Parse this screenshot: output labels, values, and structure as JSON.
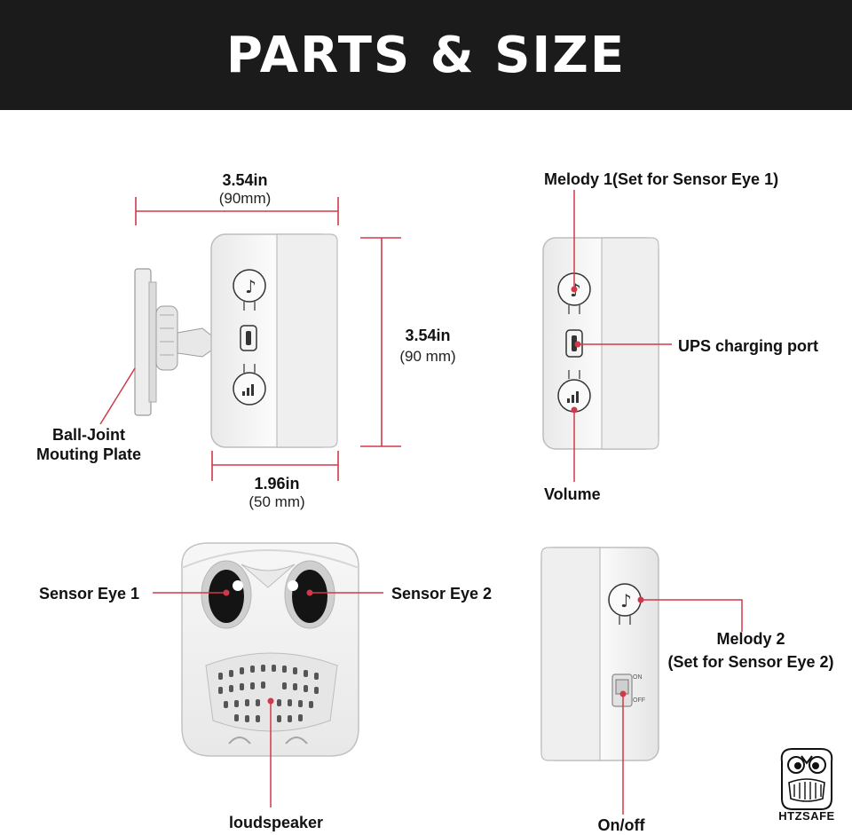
{
  "header": {
    "title": "PARTS & SIZE"
  },
  "dimensions": {
    "width_in": "3.54in",
    "width_mm": "(90mm)",
    "height_in": "3.54in",
    "height_mm": "(90 mm)",
    "depth_in": "1.96in",
    "depth_mm": "(50 mm)"
  },
  "labels": {
    "ball_joint_line1": "Ball-Joint",
    "ball_joint_line2": "Mouting Plate",
    "melody1": "Melody 1(Set for Sensor Eye 1)",
    "ups_port": "UPS charging port",
    "volume": "Volume",
    "sensor_eye_1": "Sensor Eye 1",
    "sensor_eye_2": "Sensor Eye 2",
    "loudspeaker": "loudspeaker",
    "melody2_line1": "Melody 2",
    "melody2_line2": "(Set for Sensor Eye 2)",
    "onoff": "On/off",
    "switch_on": "ON",
    "switch_off": "OFF"
  },
  "logo": {
    "brand": "HTZSAFE"
  },
  "colors": {
    "header_bg": "#1b1b1b",
    "device_body": "#f4f4f4",
    "device_edge": "#bdbdbd",
    "dimension_line": "#d0394a",
    "callout_line": "#d0394a"
  },
  "icons": [
    "music-note-icon",
    "signal-bars-icon",
    "usb-port-icon",
    "owl-logo-icon"
  ]
}
